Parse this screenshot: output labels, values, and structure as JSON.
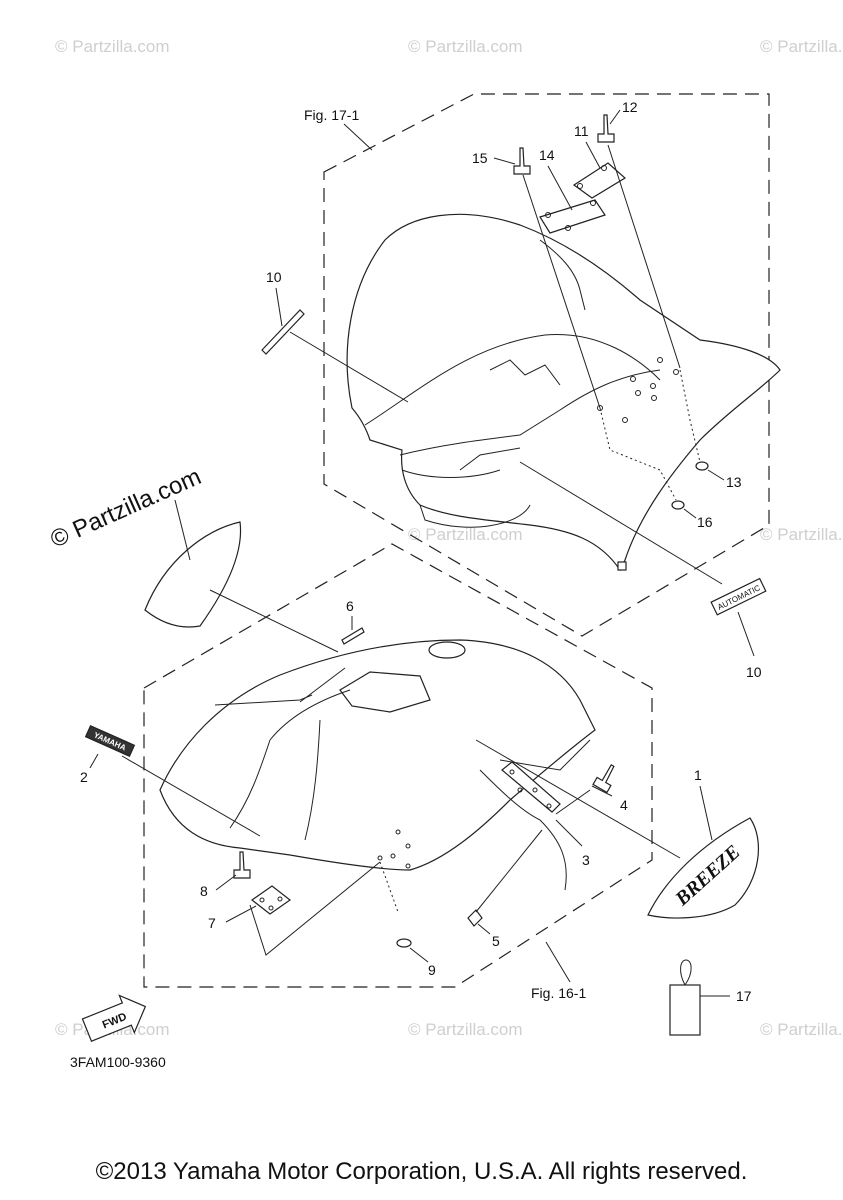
{
  "diagram": {
    "watermarks": [
      "© Partzilla.com"
    ],
    "main_watermark": "© Partzilla.com",
    "figure_refs": {
      "rear": "Fig. 17-1",
      "front": "Fig. 16-1"
    },
    "part_numbers": {
      "p1": "1",
      "p2": "2",
      "p3": "3",
      "p4": "4",
      "p5": "5",
      "p6": "6",
      "p7": "7",
      "p8": "8",
      "p9": "9",
      "p10a": "10",
      "p10b": "10",
      "p11": "11",
      "p12": "12",
      "p13": "13",
      "p14": "14",
      "p15": "15",
      "p16": "16",
      "p17": "17"
    },
    "decals": {
      "brand": "YAMAHA",
      "model": "BREEZE",
      "automatic": "AUTOMATIC",
      "fwd": "FWD"
    },
    "drawing_code": "3FAM100-9360",
    "copyright": "©2013 Yamaha Motor Corporation, U.S.A. All rights reserved."
  }
}
